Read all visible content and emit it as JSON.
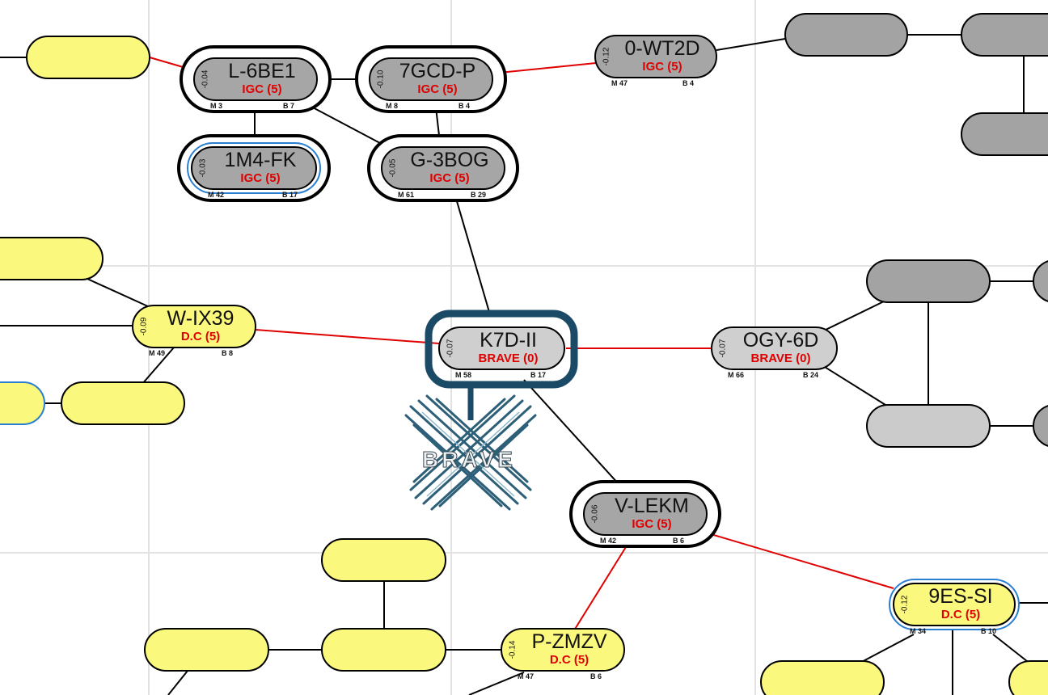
{
  "colors": {
    "grid": "#e2e2e2",
    "jump": "#000000",
    "border_jump": "#e00000",
    "igc_fill": "#a6a6a6",
    "brave_fill": "#cfcfcf",
    "dc_fill": "#fbf87e",
    "dark_fill": "#a3a3a3",
    "light_fill": "#cbcbcb",
    "alliance_text": "#e00000",
    "highlight": "#1a4a66",
    "blue_ring": "#2a7fd0"
  },
  "systems": [
    {
      "id": "l6be1",
      "name": "L-6BE1",
      "alliance": "IGC (5)",
      "sec": "-0.04",
      "m": "M 3",
      "b": "B 7",
      "fill": "igc",
      "ring": "black"
    },
    {
      "id": "7gcdp",
      "name": "7GCD-P",
      "alliance": "IGC (5)",
      "sec": "-0.10",
      "m": "M 8",
      "b": "B 4",
      "fill": "igc",
      "ring": "black"
    },
    {
      "id": "0wt2d",
      "name": "0-WT2D",
      "alliance": "IGC (5)",
      "sec": "-0.12",
      "m": "M 47",
      "b": "B 4",
      "fill": "igc",
      "ring": "none"
    },
    {
      "id": "1m4fk",
      "name": "1M4-FK",
      "alliance": "IGC (5)",
      "sec": "-0.03",
      "m": "M 42",
      "b": "B 17",
      "fill": "igc",
      "ring": "black-blue"
    },
    {
      "id": "g3bog",
      "name": "G-3BOG",
      "alliance": "IGC (5)",
      "sec": "-0.05",
      "m": "M 61",
      "b": "B 29",
      "fill": "igc",
      "ring": "black"
    },
    {
      "id": "wix39",
      "name": "W-IX39",
      "alliance": "D.C (5)",
      "sec": "-0.09",
      "m": "M 49",
      "b": "B 8",
      "fill": "dc",
      "ring": "none"
    },
    {
      "id": "k7dii",
      "name": "K7D-II",
      "alliance": "BRAVE (0)",
      "sec": "-0.07",
      "m": "M 58",
      "b": "B 17",
      "fill": "brave",
      "ring": "highlight"
    },
    {
      "id": "ogy6d",
      "name": "OGY-6D",
      "alliance": "BRAVE (0)",
      "sec": "-0.07",
      "m": "M 66",
      "b": "B 24",
      "fill": "brave",
      "ring": "none"
    },
    {
      "id": "vlekm",
      "name": "V-LEKM",
      "alliance": "IGC (5)",
      "sec": "-0.06",
      "m": "M 42",
      "b": "B 6",
      "fill": "igc",
      "ring": "black"
    },
    {
      "id": "9essi",
      "name": "9ES-SI",
      "alliance": "D.C (5)",
      "sec": "-0.12",
      "m": "M 34",
      "b": "B 10",
      "fill": "dc",
      "ring": "blue"
    },
    {
      "id": "pzmzv",
      "name": "P-ZMZV",
      "alliance": "D.C (5)",
      "sec": "-0.14",
      "m": "M 47",
      "b": "B 6",
      "fill": "dc",
      "ring": "none"
    }
  ],
  "logo": {
    "text": "BRAVE"
  }
}
